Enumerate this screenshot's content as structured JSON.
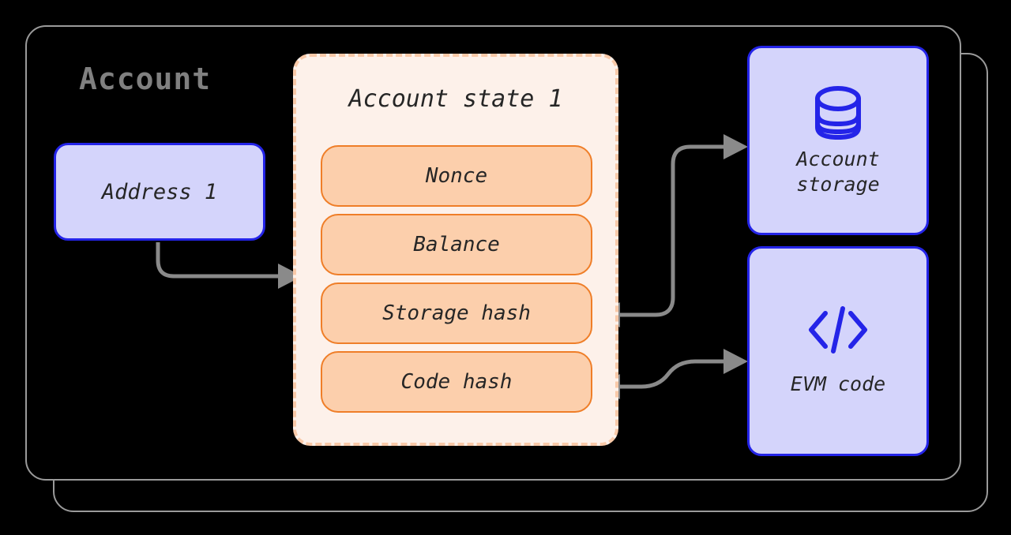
{
  "diagram": {
    "title": "Account",
    "container": {
      "style": "stacked-rounded-cards",
      "count": 2
    }
  },
  "nodes": {
    "address": {
      "label": "Address 1",
      "fill": "#d4d4fb",
      "border": "#2424e8"
    },
    "account_state": {
      "title": "Account state 1",
      "panel_fill": "#fdf1ea",
      "panel_border": "#f9c9a8",
      "fields": [
        {
          "label": "Nonce"
        },
        {
          "label": "Balance"
        },
        {
          "label": "Storage hash"
        },
        {
          "label": "Code hash"
        }
      ],
      "field_fill": "#fccfac",
      "field_border": "#ef7e28"
    },
    "account_storage": {
      "label": "Account\nstorage",
      "icon": "database-icon",
      "fill": "#d4d4fb",
      "border": "#2424e8"
    },
    "evm_code": {
      "label": "EVM code",
      "icon": "code-brackets-icon",
      "fill": "#d4d4fb",
      "border": "#2424e8"
    }
  },
  "connectors": [
    {
      "name": "address-to-account-state",
      "from": "address",
      "to": "account_state",
      "direction": "forward"
    },
    {
      "name": "storage-hash-to-account-storage",
      "from": "storage_hash",
      "to": "account_storage",
      "direction": "bidirectional"
    },
    {
      "name": "code-hash-to-evm-code",
      "from": "code_hash",
      "to": "evm_code",
      "direction": "bidirectional"
    }
  ],
  "colors": {
    "background": "#000000",
    "connector": "#8a8a8a",
    "title_text": "#808080",
    "node_text": "#262626",
    "card_outline": "#9a9a9a"
  }
}
